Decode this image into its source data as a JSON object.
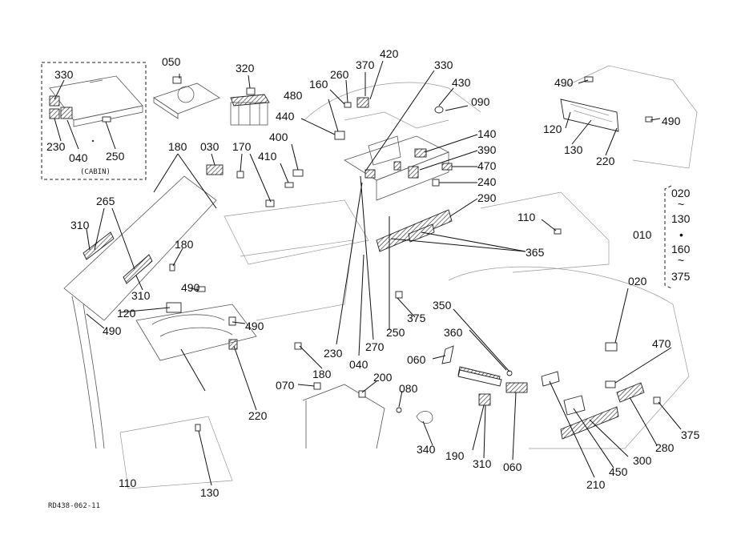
{
  "diagram": {
    "footer_code": "RD438-062-11",
    "cabin_note": "(CABIN)",
    "range": {
      "start": "020",
      "tilde_1": "~",
      "mid_1": "130",
      "dot": "•",
      "mid_2": "160",
      "tilde_2": "~",
      "end": "375"
    },
    "callouts": [
      "050",
      "320",
      "370",
      "420",
      "330",
      "260",
      "160",
      "430",
      "480",
      "090",
      "440",
      "140",
      "390",
      "470",
      "240",
      "330",
      "230",
      "040",
      "250",
      "180",
      "030",
      "170",
      "400",
      "410",
      "290",
      "490",
      "120",
      "130",
      "220",
      "490",
      "110",
      "020",
      "010",
      "265",
      "310",
      "180",
      "310",
      "490",
      "120",
      "490",
      "490",
      "220",
      "365",
      "350",
      "375",
      "250",
      "360",
      "230",
      "270",
      "040",
      "060",
      "180",
      "070",
      "200",
      "080",
      "470",
      "190",
      "310",
      "060",
      "340",
      "210",
      "450",
      "300",
      "280",
      "375",
      "110",
      "130"
    ]
  }
}
